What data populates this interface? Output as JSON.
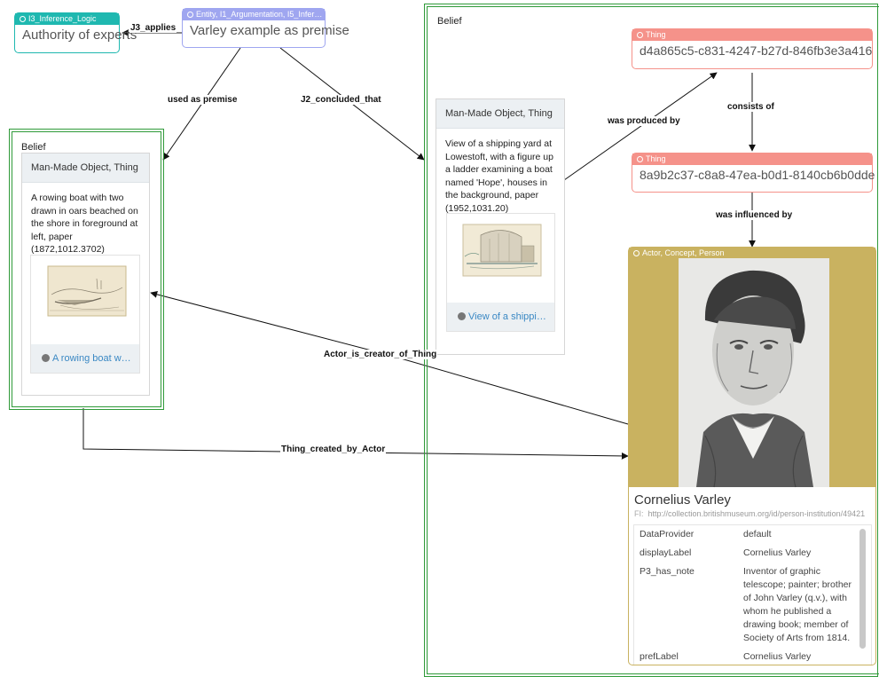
{
  "nodes": {
    "authority": {
      "type": "I3_Inference_Logic",
      "label": "Authority of experts"
    },
    "varley": {
      "type": "Entity, I1_Argumentation, I5_Infer…",
      "label": "Varley example as premise"
    },
    "thing1": {
      "type": "Thing",
      "label": "d4a865c5-c831-4247-b27d-846fb3e3a416"
    },
    "thing2": {
      "type": "Thing",
      "label": "8a9b2c37-c8a8-47ea-b0d1-8140cb6b0dde"
    }
  },
  "edges": {
    "applies": "J3_applies",
    "used_as_premise": "used as premise",
    "concluded_that": "J2_concluded_that",
    "was_produced_by": "was produced by",
    "consists_of": "consists of",
    "was_influenced_by": "was influenced by",
    "actor_is_creator": "Actor_is_creator_of_Thing",
    "thing_created_by": "Thing_created_by_Actor"
  },
  "belief_left": {
    "label": "Belief",
    "card_type": "Man-Made Object, Thing",
    "description": "A rowing boat with two drawn in oars beached on the shore in foreground at left, paper (1872,1012.3702)",
    "thumb_caption": "A rowing boat w…"
  },
  "belief_right": {
    "label": "Belief",
    "card_type": "Man-Made Object, Thing",
    "description": "View of a shipping yard at Lowestoft, with a figure up a ladder examining a boat named 'Hope', houses in the background, paper (1952,1031.20)",
    "thumb_caption": "View of a shippi…"
  },
  "person": {
    "type": "Actor, Concept, Person",
    "name": "Cornelius Varley",
    "iri_prefix": "FI:",
    "iri": "http://collection.britishmuseum.org/id/person-institution/49421",
    "props": [
      {
        "key": "DataProvider",
        "value": "default"
      },
      {
        "key": "displayLabel",
        "value": "Cornelius Varley"
      },
      {
        "key": "P3_has_note",
        "value": "Inventor of graphic telescope; painter; brother of John Varley (q.v.), with whom he published a drawing book; member of Society of Arts from 1814."
      },
      {
        "key": "prefLabel",
        "value": "Cornelius Varley"
      }
    ]
  },
  "colors": {
    "teal": "#1fb8b0",
    "lavender": "#9fa6f0",
    "salmon": "#f5928a",
    "gold": "#c9b260",
    "belief_green": "#2f9a39",
    "link_blue": "#3a88c4"
  }
}
